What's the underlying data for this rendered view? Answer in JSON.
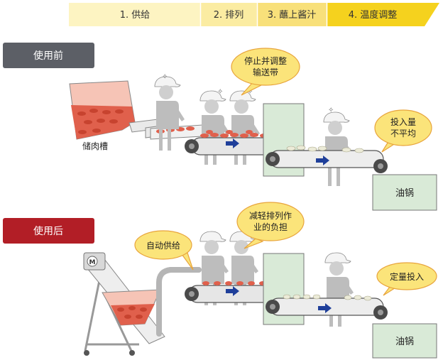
{
  "steps": [
    {
      "label": "1. 供给"
    },
    {
      "label": "2. 排列"
    },
    {
      "label": "3. 蘸上酱汁"
    },
    {
      "label": "4. 温度调整"
    }
  ],
  "before": {
    "title": "使用前",
    "tank_label": "储肉槽",
    "bubble_stop_line1": "停止并调整",
    "bubble_stop_line2": "输送带",
    "bubble_uneven_line1": "投入量",
    "bubble_uneven_line2": "不平均",
    "fryer_label": "油锅"
  },
  "after": {
    "title": "使用后",
    "bubble_auto": "自动供给",
    "bubble_light_line1": "减轻排列作",
    "bubble_light_line2": "业的负担",
    "bubble_fixed": "定量投入",
    "fryer_label": "油锅",
    "machine_logo": "M"
  },
  "colors": {
    "step1": "#fdf4c2",
    "step2": "#fbeca2",
    "step3": "#f8e07a",
    "step4": "#f5d21e",
    "badge_before": "#5c5f66",
    "badge_after": "#b21e26",
    "bubble": "#fbe47a",
    "bubble_border": "#e8a43c",
    "meat": "#e0604c",
    "fryer": "#d9ead7",
    "arrow": "#1f3f9a"
  }
}
